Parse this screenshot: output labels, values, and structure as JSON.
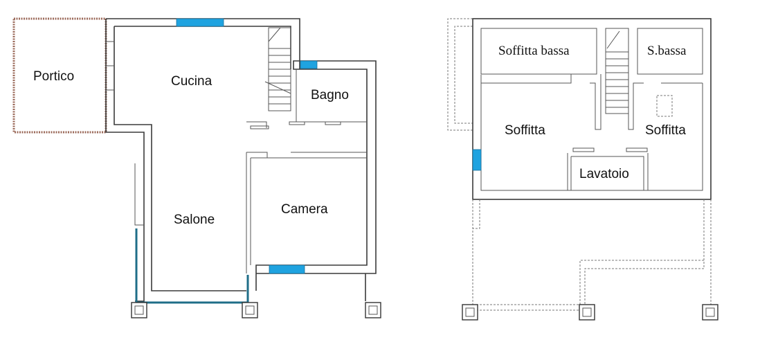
{
  "ground_floor": {
    "rooms": {
      "portico": "Portico",
      "cucina": "Cucina",
      "bagno": "Bagno",
      "salone": "Salone",
      "camera": "Camera"
    }
  },
  "upper_floor": {
    "rooms": {
      "soffitta_bassa": "Soffitta bassa",
      "s_bassa": "S.bassa",
      "soffitta_left": "Soffitta",
      "soffitta_right": "Soffitta",
      "lavatoio": "Lavatoio"
    }
  },
  "colors": {
    "window": "#1fa3e0",
    "wall": "#3a3a3a",
    "portico_outline": "#9b6a5a"
  }
}
